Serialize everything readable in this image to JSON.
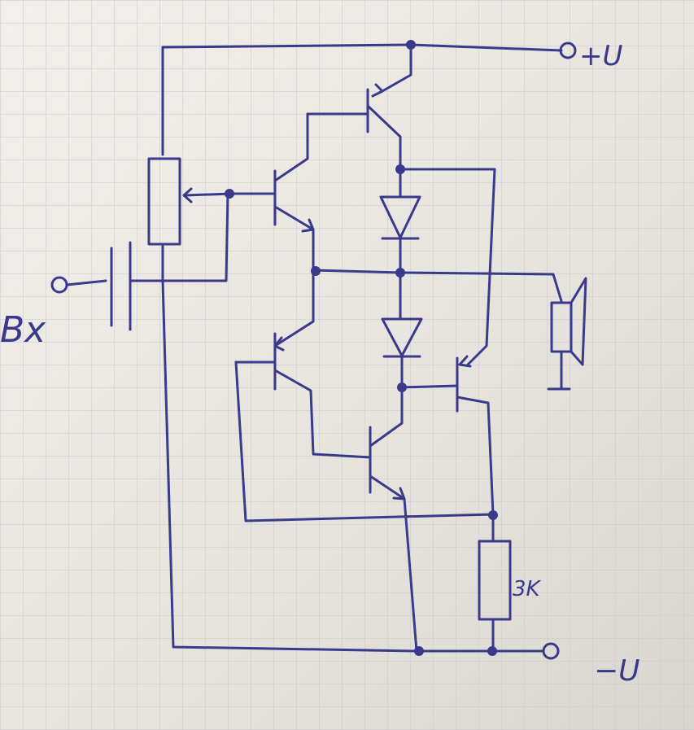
{
  "labels": {
    "supply_positive": "+U",
    "supply_negative": "−U",
    "input": "Bx",
    "resistor_value": "3K"
  },
  "colors": {
    "paper": "#ece9e2",
    "grid": "#c9c6cf",
    "ink": "#3a3a8c"
  }
}
